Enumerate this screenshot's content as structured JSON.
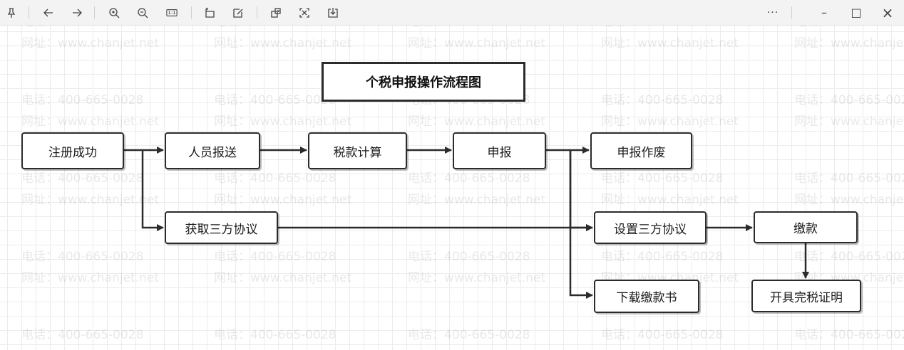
{
  "toolbar": {
    "buttons": [
      {
        "name": "pin-icon",
        "glyph": "pin"
      },
      {
        "name": "back-arrow-icon",
        "glyph": "←"
      },
      {
        "name": "forward-arrow-icon",
        "glyph": "→"
      },
      {
        "name": "zoom-in-icon",
        "glyph": "zoom-in"
      },
      {
        "name": "zoom-out-icon",
        "glyph": "zoom-out"
      },
      {
        "name": "actual-size-icon",
        "glyph": "1:1"
      },
      {
        "name": "rotate-icon",
        "glyph": "rotate"
      },
      {
        "name": "edit-icon",
        "glyph": "edit"
      },
      {
        "name": "crop-icon",
        "glyph": "crop"
      },
      {
        "name": "fit-screen-icon",
        "glyph": "fit"
      },
      {
        "name": "download-icon",
        "glyph": "download"
      }
    ],
    "more_label": "···",
    "window_controls": {
      "minimize": "–",
      "maximize": "□",
      "close": "×"
    },
    "actual_size_label": "1:1"
  },
  "watermark": {
    "line1": "电话：400-665-0028",
    "line2": "网址：www.chanjet.net"
  },
  "diagram": {
    "title": "个税申报操作流程图",
    "nodes": {
      "register": "注册成功",
      "personnel": "人员报送",
      "tax_calc": "税款计算",
      "declare": "申报",
      "void": "申报作废",
      "obtain_agreement": "获取三方协议",
      "set_agreement": "设置三方协议",
      "payment": "缴款",
      "download_voucher": "下载缴款书",
      "issue_certificate": "开具完税证明"
    },
    "colors": {
      "stroke": "#2b2b2b",
      "grid": "#ececec",
      "toolbar_bg": "#f3f3f3"
    }
  }
}
